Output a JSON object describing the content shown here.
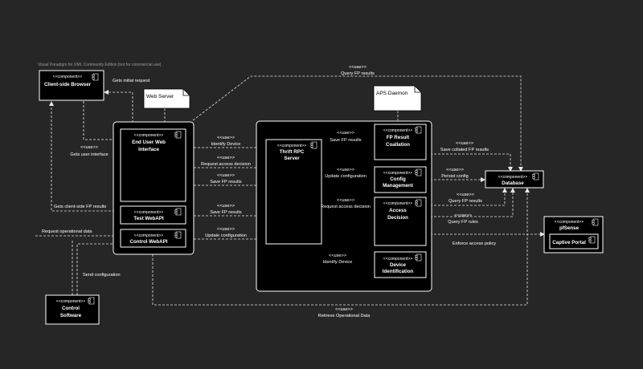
{
  "watermark": "Visual Paradigm for UML Community Edition [not for commercial use]",
  "stereotype_component": "<<component>>",
  "stereotype_use": "<<use>>",
  "notes": {
    "web_server": "Web Server",
    "aps_daemon": "APS Daemon"
  },
  "components": {
    "browser": "Client-side Browser",
    "end_user_1": "End User Web",
    "end_user_2": "Interface",
    "test_webapi": "Test WebAPI",
    "control_webapi": "Control WebAPI",
    "thrift_1": "Thrift RPC",
    "thrift_2": "Server",
    "fp_result_1": "FP Result",
    "fp_result_2": "Coallation",
    "config_mgmt_1": "Config",
    "config_mgmt_2": "Management",
    "access_1": "Access",
    "access_2": "Decision",
    "device_1": "Device",
    "device_2": "Identification",
    "database": "Database",
    "pfsense": "pfSense",
    "captive": "Captive Portal",
    "control_sw_1": "Control",
    "control_sw_2": "Software"
  },
  "labels": {
    "gets_initial_request": "Gets initial request",
    "gets_user_interface": "Gets user interface",
    "gets_client_fp": "Gets client-side FP results",
    "request_operational": "Request operational data",
    "send_configuration": "Send configuration",
    "query_fp_results_top": "Query FP results",
    "identify_device_1": "Identify Device",
    "request_access_1": "Request access decision",
    "save_fp_1": "Save FP results",
    "save_fp_2": "Save FP results",
    "update_config_1": "Update configuration",
    "save_fp_3": "Save FP results",
    "update_config_2": "Update configuration",
    "request_access_2": "Request access decision",
    "identify_device_2": "Identify Device",
    "save_collated": "Save collated FP results",
    "persist_config": "Persist config",
    "query_fp_results_2": "Query FP results",
    "query_fp_rules": "Query FP rules",
    "enforce_access": "Enforce access policy",
    "retrieve_operational": "Retrieve Operational Data"
  }
}
